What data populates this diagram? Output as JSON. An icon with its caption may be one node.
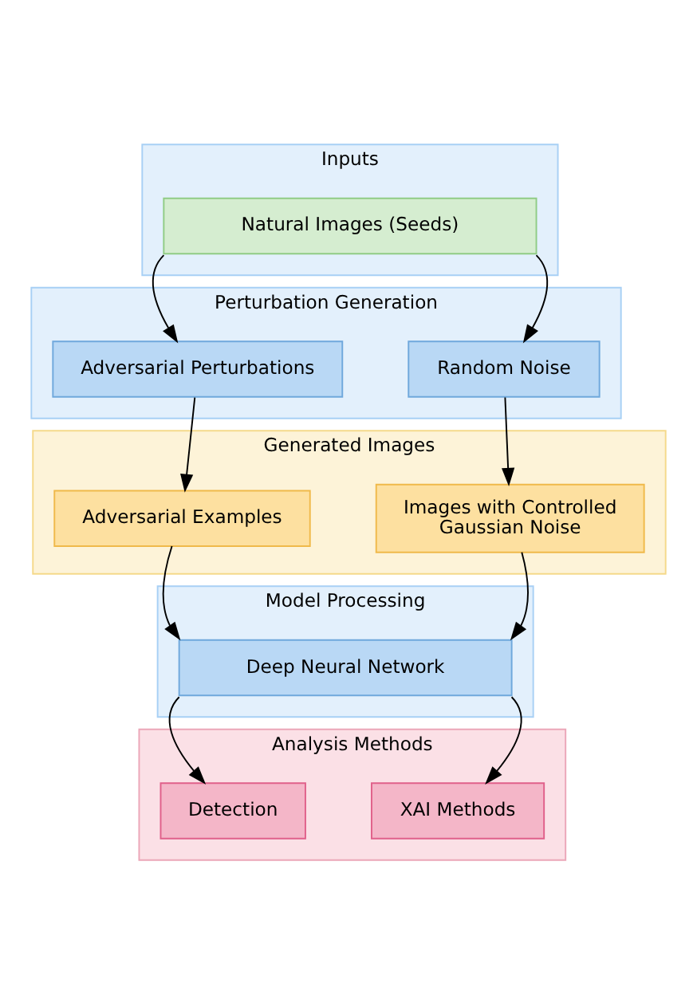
{
  "diagram": {
    "nodes": [
      {
        "text": [
          "Inputs"
        ]
      },
      {
        "text": [
          "Natural Images (Seeds)"
        ],
        "in": 0
      },
      {
        "text": [
          "Perturbation Generation"
        ]
      },
      {
        "text": [
          "Adversarial Perturbations"
        ],
        "in": 2
      },
      {
        "text": [
          "Random Noise"
        ],
        "in": 2
      },
      {
        "text": [
          "Generated Images"
        ]
      },
      {
        "text": [
          "Adversarial Examples"
        ],
        "in": 5
      },
      {
        "text": [
          "Images with Controlled Gaussian Noise"
        ],
        "in": 5
      },
      {
        "text": [
          "Model Processing"
        ]
      },
      {
        "text": [
          "Deep Neural Network"
        ],
        "in": 8
      },
      {
        "text": [
          "Analysis Methods"
        ]
      },
      {
        "text": [
          "Detection"
        ],
        "in": 10
      },
      {
        "text": [
          "XAI Methods"
        ],
        "in": 10
      }
    ],
    "edges": [
      {
        "from": 1,
        "to": 3,
        "arrow": "to"
      },
      {
        "from": 1,
        "to": 4,
        "arrow": "to"
      },
      {
        "from": 3,
        "to": 6,
        "arrow": "to"
      },
      {
        "from": 4,
        "to": 7,
        "arrow": "to"
      },
      {
        "from": 6,
        "to": 9,
        "arrow": "to"
      },
      {
        "from": 7,
        "to": 9,
        "arrow": "to"
      },
      {
        "from": 9,
        "to": 11,
        "arrow": "to"
      },
      {
        "from": 9,
        "to": 12,
        "arrow": "to"
      }
    ]
  }
}
